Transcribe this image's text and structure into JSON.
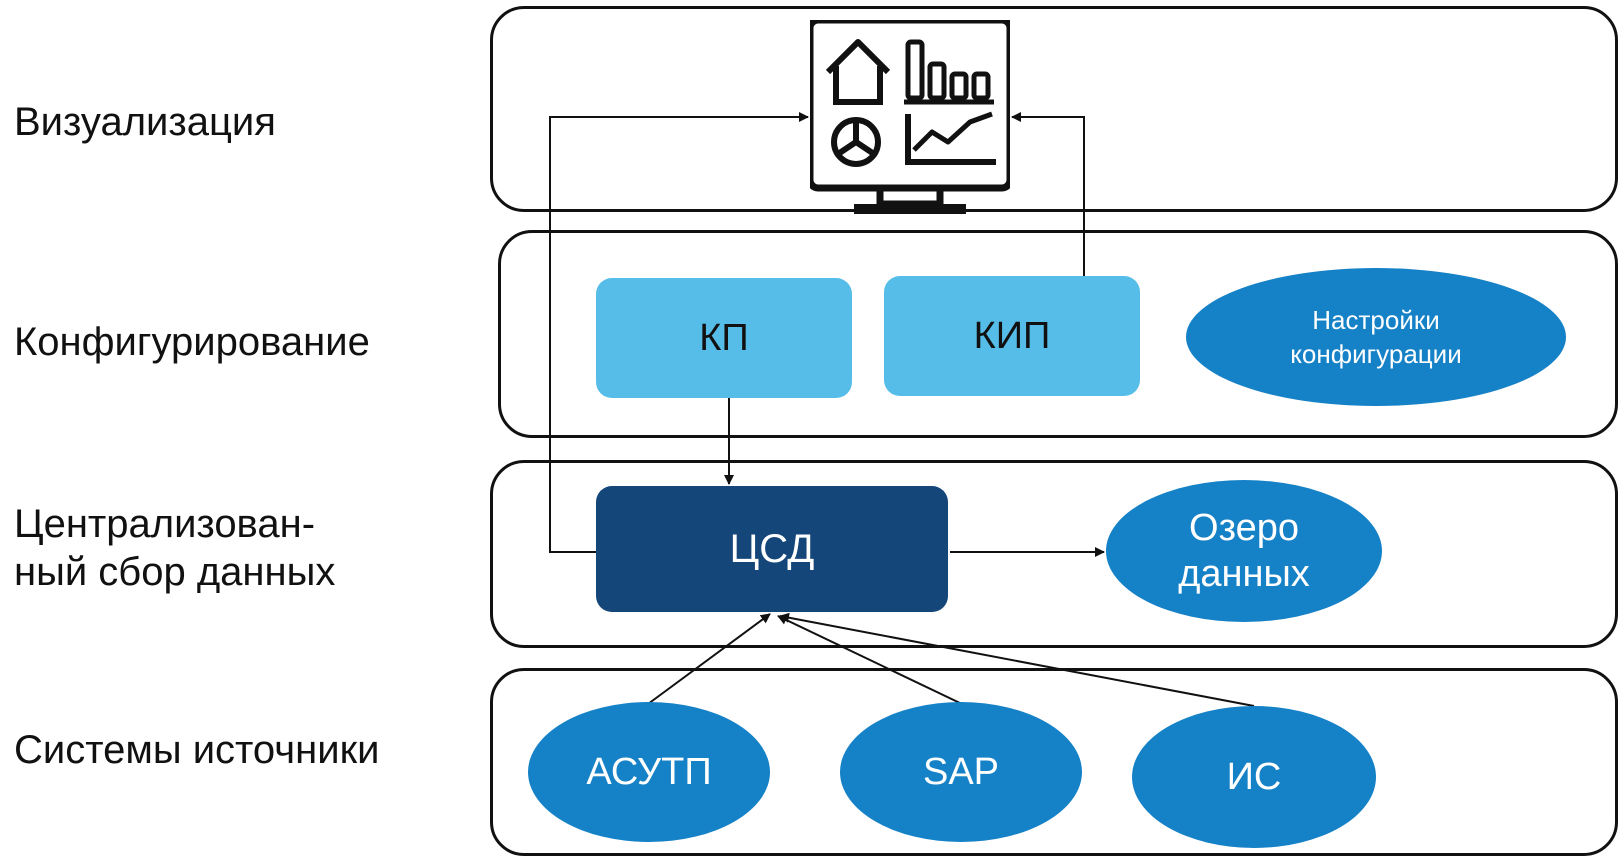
{
  "layers": {
    "visualization": "Визуализация",
    "configuration": "Конфигурирование",
    "collection_line1": "Централизован-",
    "collection_line2": "ный сбор данных",
    "sources": "Системы источники"
  },
  "nodes": {
    "kp": "КП",
    "kip": "КИП",
    "config_settings_line1": "Настройки",
    "config_settings_line2": "конфигурации",
    "csd": "ЦСД",
    "data_lake_line1": "Озеро",
    "data_lake_line2": "данных",
    "asutp": "АСУТП",
    "sap": "SAP",
    "is": "ИС"
  },
  "icons": {
    "dashboard": "dashboard-monitor-icon"
  },
  "colors": {
    "light_block": "#56bde8",
    "dark_block": "#14467a",
    "ellipse": "#1581c7",
    "stroke": "#111111"
  }
}
